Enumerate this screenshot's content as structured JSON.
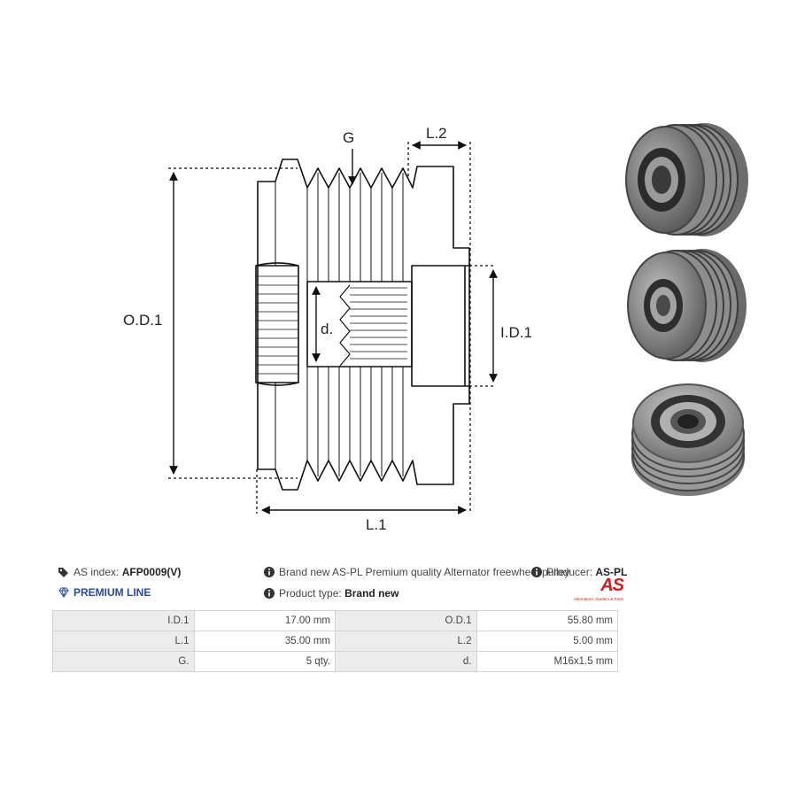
{
  "drawing": {
    "labels": {
      "groove": "G",
      "length2": "L.2",
      "outer_diameter": "O.D.1",
      "inner_diameter": "I.D.1",
      "thread": "d.",
      "length1": "L.1"
    }
  },
  "info": {
    "as_index_label": "AS index:",
    "as_index_value": "AFP0009(V)",
    "premium_line": "PREMIUM LINE",
    "description": "Brand new AS-PL Premium quality Alternator freewheel pulley",
    "product_type_label": "Product type:",
    "product_type_value": "Brand new",
    "producer_label": "Producer:",
    "producer_value": "AS-PL"
  },
  "logo": {
    "brand": "AS",
    "tagline": "Alternators, Starters & Parts"
  },
  "specs": [
    {
      "label1": "I.D.1",
      "value1": "17.00 mm",
      "label2": "O.D.1",
      "value2": "55.80 mm"
    },
    {
      "label1": "L.1",
      "value1": "35.00 mm",
      "label2": "L.2",
      "value2": "5.00 mm"
    },
    {
      "label1": "G.",
      "value1": "5 qty.",
      "label2": "d.",
      "value2": "M16x1.5 mm"
    }
  ],
  "colors": {
    "premium_blue": "#2a4a9a",
    "logo_red": "#d01c1c",
    "table_header_gray": "#ececec"
  }
}
